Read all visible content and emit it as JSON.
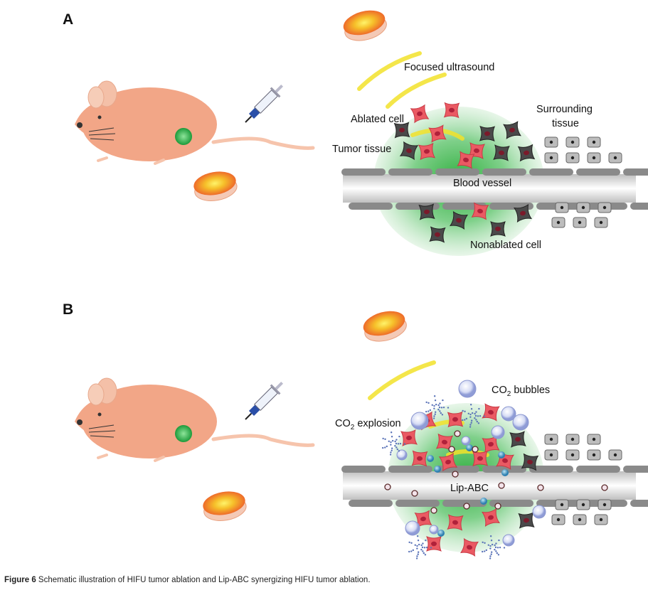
{
  "panels": {
    "a": {
      "letter": "A",
      "labels": {
        "ultrasound": "Focused ultrasound",
        "ablated": "Ablated cell",
        "tumor": "Tumor tissue",
        "surrounding_1": "Surrounding",
        "surrounding_2": "tissue",
        "vessel": "Blood vessel",
        "nonablated": "Nonablated cell"
      }
    },
    "b": {
      "letter": "B",
      "labels": {
        "bubbles_co": "CO",
        "bubbles_sub": "2",
        "bubbles_rest": " bubbles",
        "explosion_co": "CO",
        "explosion_sub": "2",
        "explosion_rest": " explosion",
        "lip": "Lip-ABC"
      }
    }
  },
  "caption": {
    "figure": "Figure 6",
    "text": " Schematic illustration of HIFU tumor ablation and Lip-ABC synergizing HIFU tumor ablation."
  },
  "colors": {
    "mouse": "#f2a687",
    "tumor_green": "#6cc56f",
    "ablated_cell": "#ea5a63",
    "nonablated_cell": "#4a4a4a",
    "ultrasound": "#f2e22a",
    "transducer": "#f07b35"
  }
}
